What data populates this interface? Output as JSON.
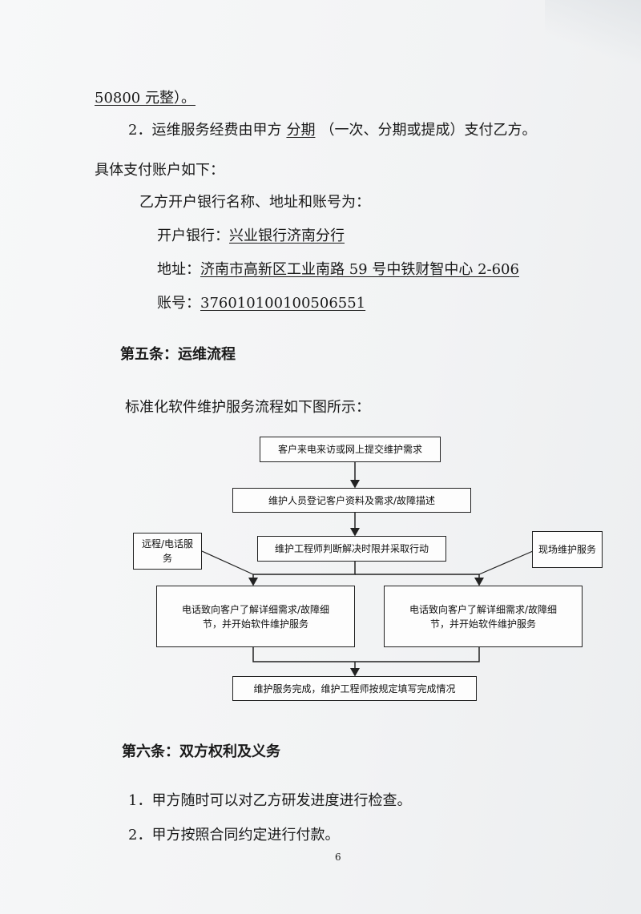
{
  "lines": {
    "l1": "50800 元整）。",
    "l2_pre": "2．运维服务经费由甲方",
    "l2_mode": "分期",
    "l2_post": "（一次、分期或提成）支付乙方。",
    "l3": "具体支付账户如下：",
    "l4": "乙方开户银行名称、地址和账号为：",
    "bank_label": "开户银行：",
    "bank_value": "兴业银行济南分行",
    "addr_label": "地址：",
    "addr_value": "济南市高新区工业南路 59 号中铁财智中心 2-606",
    "acct_label": "账号：",
    "acct_value": "376010100100506551",
    "sec5": "第五条：运维流程",
    "flow_intro": "标准化软件维护服务流程如下图所示：",
    "sec6": "第六条：双方权利及义务",
    "item1": "1．甲方随时可以对乙方研发进度进行检查。",
    "item2": "2．甲方按照合同约定进行付款。"
  },
  "flow": {
    "step1": "客户来电来访或网上提交维护需求",
    "step2": "维护人员登记客户资料及需求/故障描述",
    "step3": "维护工程师判断解决时限并采取行动",
    "remote": "远程/电话服务",
    "onsite": "现场维护服务",
    "left_action": "电话致向客户了解详细需求/故障细节，并开始软件维护服务",
    "right_action": "电话致向客户了解详细需求/故障细节，并开始软件维护服务",
    "step_final": "维护服务完成，维护工程师按规定填写完成情况"
  },
  "page_number": "6"
}
